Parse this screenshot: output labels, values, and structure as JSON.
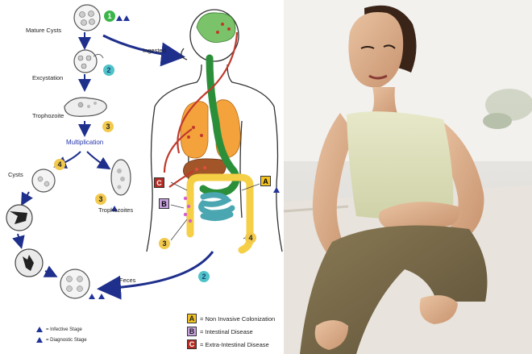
{
  "lifecycle": {
    "stages": {
      "mature_cysts": "Mature Cysts",
      "excystation": "Excystation",
      "trophozoite": "Trophozoite",
      "multiplication": "Multiplication",
      "cysts": "Cysts",
      "trophozoites": "Trophozoites",
      "feces": "Feces",
      "ingested": "Ingested"
    },
    "step_numbers": [
      "1",
      "2",
      "3",
      "4",
      "3",
      "2",
      "3",
      "4"
    ],
    "letters": [
      "A",
      "B",
      "C"
    ]
  },
  "legend": {
    "items": [
      {
        "letter": "A",
        "text": "= Non Invasive Colonization",
        "color": "#f2c320"
      },
      {
        "letter": "B",
        "text": "= Intestinal Disease",
        "color": "#c7a2df"
      },
      {
        "letter": "C",
        "text": "= Extra-Intestinal Disease",
        "color": "#b52a22"
      }
    ],
    "key": [
      {
        "symbol": "infective-triangle",
        "text": "= Infective Stage"
      },
      {
        "symbol": "diagnostic-triangle",
        "text": "= Diagnostic Stage"
      }
    ]
  },
  "colors": {
    "arrow_blue": "#1e2f8c",
    "step_green": "#3bb54a",
    "step_teal": "#4fc3c8",
    "step_yellow": "#f2c94c",
    "brain_green": "#7ac36a",
    "lungs_orange": "#f4a23c",
    "liver_brown": "#a3552a",
    "intestine_teal": "#4aa6b0",
    "colon_yellow": "#f5cf45",
    "gut_path_green": "#2b8f3a",
    "blood_red": "#c0392b"
  }
}
